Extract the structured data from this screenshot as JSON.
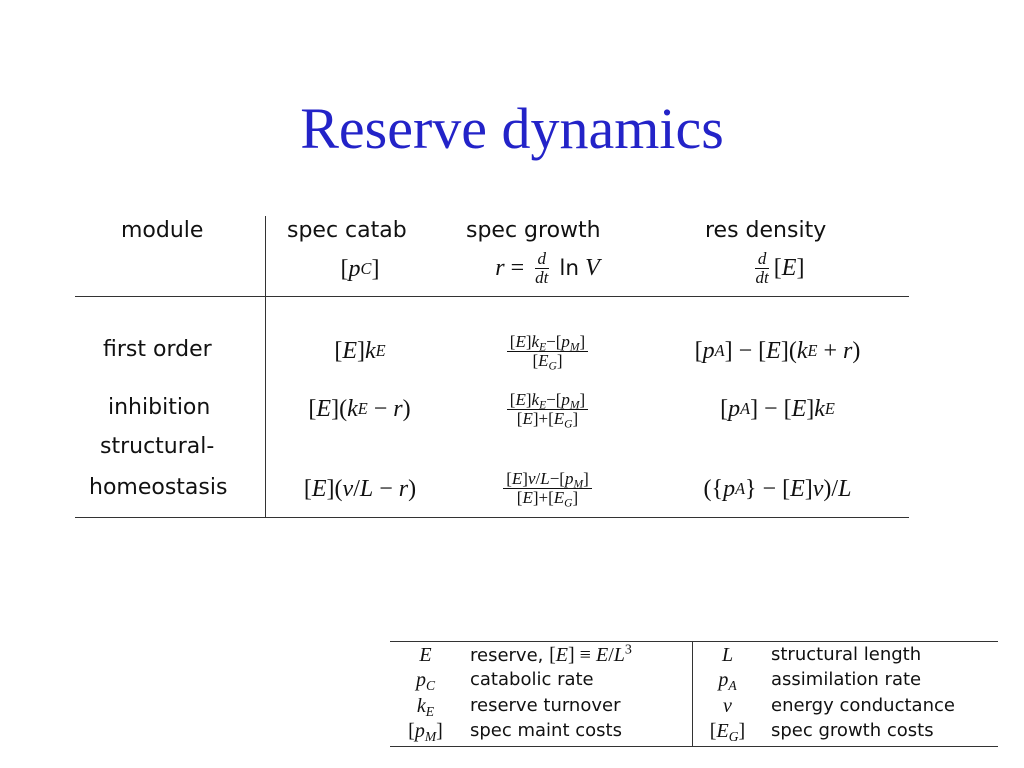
{
  "title": "Reserve dynamics",
  "table": {
    "headers": {
      "module": "module",
      "spec_catab": "spec catab",
      "spec_growth": "spec growth",
      "res_density": "res density",
      "ln": "ln"
    },
    "rows": [
      {
        "module": "first order"
      },
      {
        "module": "inhibition"
      },
      {
        "module_line1": "structural-",
        "module_line2": "homeostasis"
      }
    ]
  },
  "legend": {
    "entries": [
      {
        "desc": "reserve, [E] ≡ E/L3"
      },
      {
        "desc": "catabolic rate"
      },
      {
        "desc": "reserve turnover"
      },
      {
        "desc": "spec maint costs"
      },
      {
        "desc": "structural length"
      },
      {
        "desc": "assimilation rate"
      },
      {
        "desc": "energy conductance"
      },
      {
        "desc": "spec growth costs"
      }
    ],
    "reserve_prefix": "reserve,"
  },
  "colors": {
    "title": "#2323c8",
    "rule": "#333333"
  }
}
